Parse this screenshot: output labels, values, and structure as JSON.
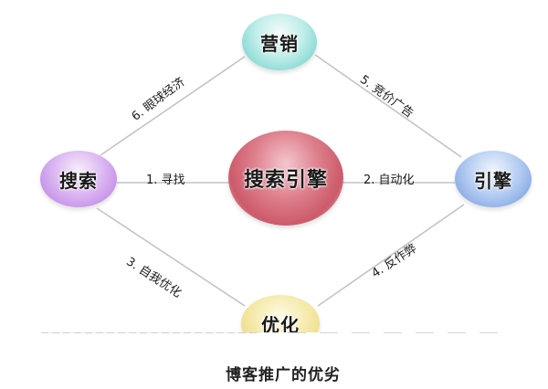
{
  "diagram": {
    "caption": "博客推广的优劣",
    "nodes": {
      "top": {
        "label": "营销",
        "color": "#8fdcd6"
      },
      "left": {
        "label": "搜索",
        "color": "#c795ea"
      },
      "center": {
        "label": "搜索引擎",
        "color": "#cc5a6a"
      },
      "right": {
        "label": "引擎",
        "color": "#8fb0e6"
      },
      "bottom": {
        "label": "优化",
        "color": "#f0df8c"
      }
    },
    "edges": [
      {
        "id": 1,
        "label": "1. 寻找",
        "from": "搜索",
        "to": "搜索引擎"
      },
      {
        "id": 2,
        "label": "2. 自动化",
        "from": "搜索引擎",
        "to": "引擎"
      },
      {
        "id": 3,
        "label": "3. 自我优化",
        "from": "搜索",
        "to": "优化"
      },
      {
        "id": 4,
        "label": "4. 反作弊",
        "from": "优化",
        "to": "引擎"
      },
      {
        "id": 5,
        "label": "5. 竞价广告",
        "from": "营销",
        "to": "引擎"
      },
      {
        "id": 6,
        "label": "6. 眼球经济",
        "from": "搜索",
        "to": "营销"
      }
    ],
    "line_color": "#bdbdbd"
  }
}
